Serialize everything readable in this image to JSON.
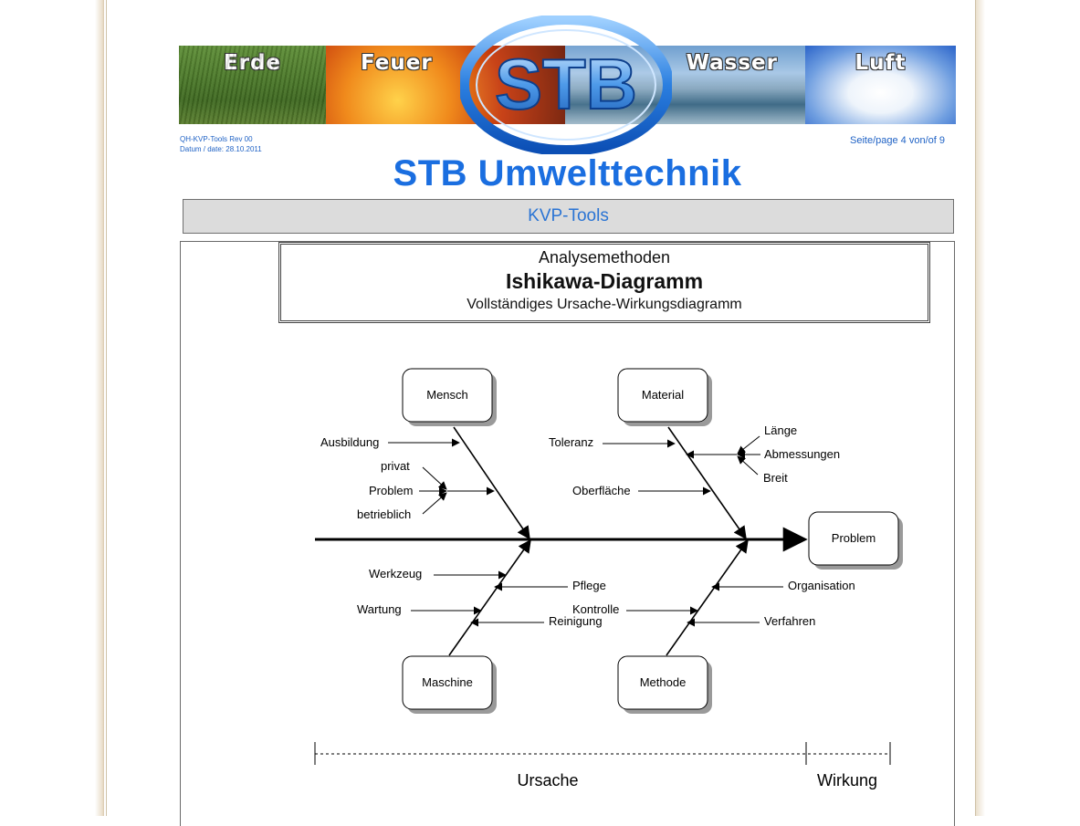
{
  "header": {
    "banner": [
      "Erde",
      "Feuer",
      "Wasser",
      "Luft"
    ],
    "logo_text": "STB",
    "doc_ref": "QH-KVP-Tools Rev 00",
    "doc_date": "Datum / date: 28.10.2011",
    "page_info": "Seite/page 4 von/of  9",
    "company": "STB  Umwelttechnik",
    "section": "KVP-Tools"
  },
  "title_box": {
    "line1": "Analysemethoden",
    "line2": "Ishikawa-Diagramm",
    "line3": "Vollständiges  Ursache-Wirkungsdiagramm"
  },
  "diagram": {
    "categories": {
      "mensch": "Mensch",
      "material": "Material",
      "maschine": "Maschine",
      "methode": "Methode"
    },
    "effect": "Problem",
    "causes": {
      "ausbildung": "Ausbildung",
      "privat": "privat",
      "problem": "Problem",
      "betrieblich": "betrieblich",
      "toleranz": "Toleranz",
      "laenge": "Länge",
      "abmessungen": "Abmessungen",
      "breit": "Breit",
      "oberflaeche": "Oberfläche",
      "werkzeug": "Werkzeug",
      "pflege": "Pflege",
      "wartung": "Wartung",
      "reinigung": "Reinigung",
      "kontrolle": "Kontrolle",
      "organisation": "Organisation",
      "verfahren": "Verfahren"
    },
    "scale": {
      "ursache": "Ursache",
      "wirkung": "Wirkung"
    }
  },
  "colors": {
    "accent_blue": "#1a6ee0",
    "meta_blue": "#1f62c5",
    "bar_gray": "#dcdcdc"
  }
}
